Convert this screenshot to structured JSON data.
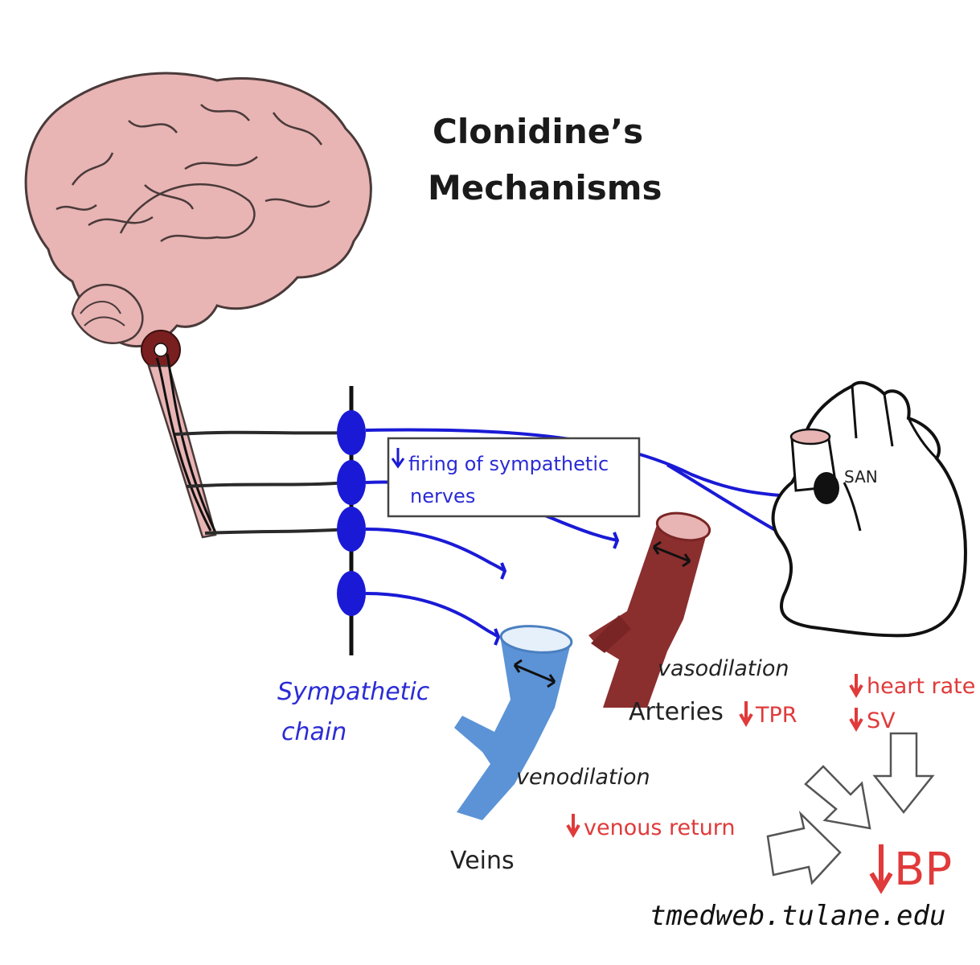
{
  "title": {
    "line1": "Clonidine’s",
    "line2": "Mechanisms"
  },
  "labels": {
    "firing_line1": "firing of sympathetic",
    "firing_line2": "nerves",
    "san": "SAN",
    "sympathetic_line1": "Sympathetic",
    "sympathetic_line2": "chain",
    "vasodilation": "vasodilation",
    "arteries": "Arteries",
    "tpr": "TPR",
    "heart_rate": "heart rate",
    "sv": "SV",
    "venodilation": "venodilation",
    "venous_return": "venous return",
    "veins": "Veins",
    "bp": "BP"
  },
  "credit": "tmedweb.tulane.edu",
  "colors": {
    "nerve_blue": "#1a1ad6",
    "label_red": "#e03a3a",
    "brain_pink": "#e8b4b4",
    "artery_red": "#8b2e2e",
    "vein_blue": "#5b93d6"
  }
}
